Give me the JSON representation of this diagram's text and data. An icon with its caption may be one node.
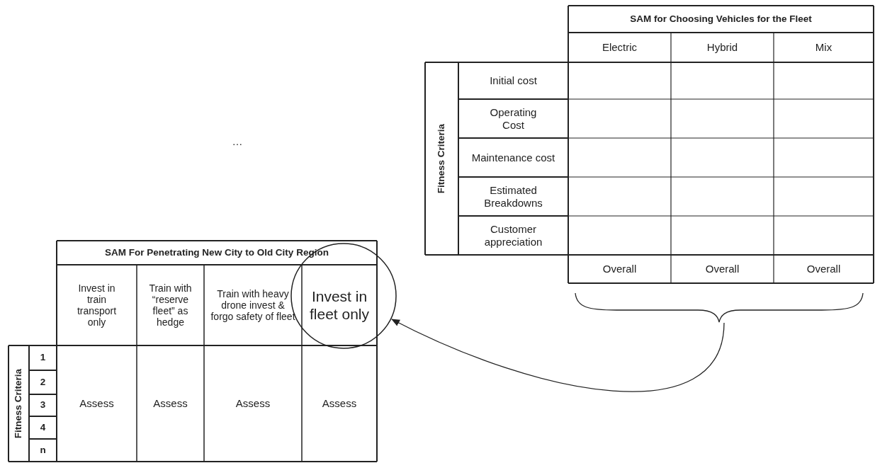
{
  "diagram": {
    "nodes": [
      {
        "text": [
          "Invest in fleet only"
        ]
      },
      {
        "text": [],
        "shape": "brace"
      }
    ],
    "edges": [
      {
        "from": 1,
        "to": 0,
        "arrow": "to"
      }
    ],
    "labels": [
      "SAM for Choosing Vehicles for the Fleet",
      "Electric",
      "Hybrid",
      "Mix",
      "Fitness Criteria",
      "Initial cost",
      "Operating Cost",
      "Maintenance cost",
      "Estimated Breakdowns",
      "Customer appreciation",
      "Overall",
      "Overall",
      "Overall",
      "…",
      "SAM For Penetrating New City to Old City Region",
      "Invest in train transport only",
      "Train with “reserve fleet” as hedge",
      "Train with heavy drone invest & forgo safety of fleet",
      "Fitness Criteria",
      "1",
      "2",
      "3",
      "4",
      "n",
      "Assess",
      "Assess",
      "Assess",
      "Assess"
    ]
  }
}
